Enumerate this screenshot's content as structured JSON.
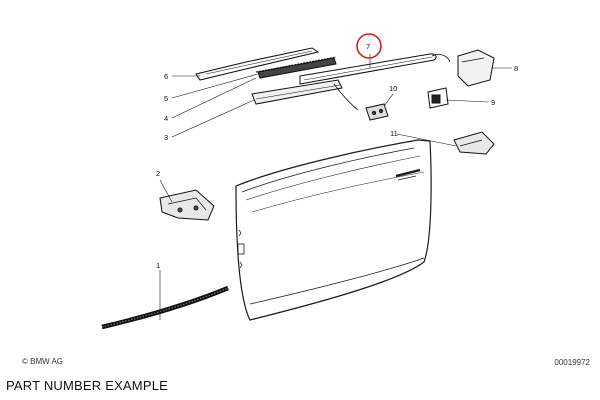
{
  "diagram": {
    "callouts": [
      "1",
      "2",
      "3",
      "4",
      "5",
      "6",
      "7",
      "8",
      "9",
      "10",
      "11"
    ],
    "highlighted_callout": "7",
    "highlight_color": "#d62020",
    "copyright_text": "© BMW AG",
    "diagram_number": "00019972"
  },
  "caption": "PART NUMBER EXAMPLE"
}
